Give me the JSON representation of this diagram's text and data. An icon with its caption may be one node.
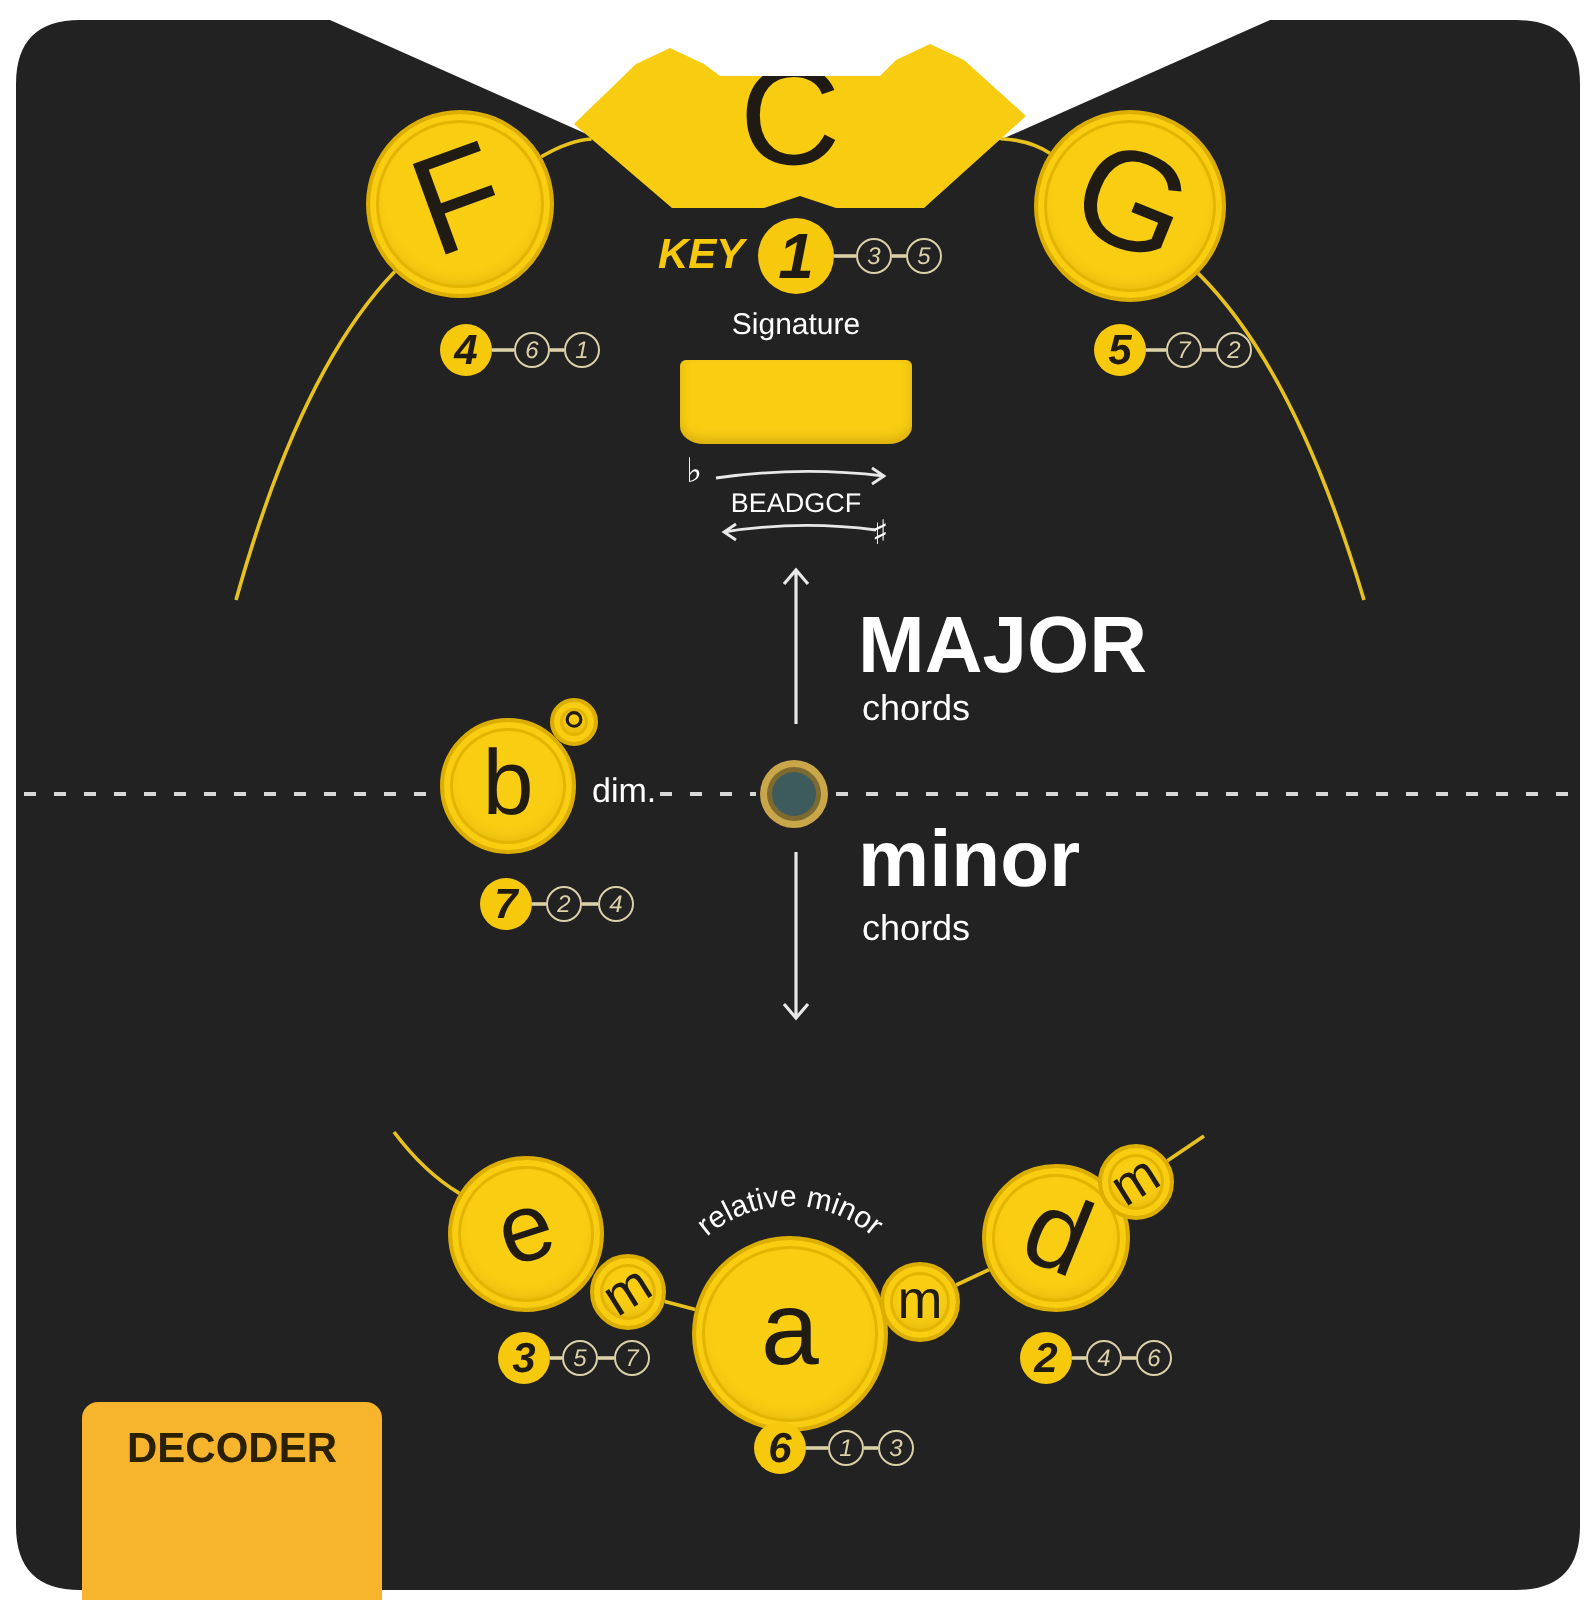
{
  "diagram": {
    "nodes": [
      {
        "text": [
          "C"
        ]
      },
      {
        "text": [
          "F"
        ]
      },
      {
        "text": [
          "G"
        ]
      },
      {
        "text": [
          "1"
        ],
        "beside": [
          "KEY"
        ]
      },
      {
        "text": [
          "3"
        ]
      },
      {
        "text": [
          "5"
        ]
      },
      {
        "text": [
          "4"
        ]
      },
      {
        "text": [
          "6"
        ]
      },
      {
        "text": [
          "1"
        ]
      },
      {
        "text": [
          "5"
        ]
      },
      {
        "text": [
          "7"
        ]
      },
      {
        "text": [
          "2"
        ]
      },
      {
        "text": [
          "Signature"
        ]
      },
      {
        "text": [
          "b"
        ],
        "beside": [
          "dim."
        ]
      },
      {
        "text": [
          "°"
        ]
      },
      {
        "text": [
          "7"
        ]
      },
      {
        "text": [
          "2"
        ]
      },
      {
        "text": [
          "4"
        ]
      },
      {
        "text": [
          "e"
        ]
      },
      {
        "text": [
          "m"
        ]
      },
      {
        "text": [
          "a"
        ],
        "beside": [
          "relative minor"
        ]
      },
      {
        "text": [
          "m"
        ]
      },
      {
        "text": [
          "d"
        ]
      },
      {
        "text": [
          "m"
        ]
      },
      {
        "text": [
          "3"
        ]
      },
      {
        "text": [
          "5"
        ]
      },
      {
        "text": [
          "7"
        ]
      },
      {
        "text": [
          "6"
        ]
      },
      {
        "text": [
          "1"
        ]
      },
      {
        "text": [
          "3"
        ]
      },
      {
        "text": [
          "2"
        ]
      },
      {
        "text": [
          "4"
        ]
      },
      {
        "text": [
          "6"
        ]
      },
      {
        "text": [
          "DECODER"
        ]
      }
    ],
    "edges": [
      {
        "from": null,
        "to": 1,
        "arrow": "none",
        "color": "#e8c21c"
      },
      {
        "from": 1,
        "to": 0,
        "arrow": "none",
        "color": "#e8c21c"
      },
      {
        "from": 0,
        "to": 2,
        "arrow": "none",
        "color": "#e8c21c"
      },
      {
        "from": 2,
        "to": null,
        "arrow": "none",
        "color": "#e8c21c"
      },
      {
        "from": 3,
        "to": 4,
        "arrow": "none"
      },
      {
        "from": 4,
        "to": 5,
        "arrow": "none"
      },
      {
        "from": 6,
        "to": 7,
        "arrow": "none"
      },
      {
        "from": 7,
        "to": 8,
        "arrow": "none"
      },
      {
        "from": 9,
        "to": 10,
        "arrow": "none"
      },
      {
        "from": 10,
        "to": 11,
        "arrow": "none"
      },
      {
        "from": 15,
        "to": 16,
        "arrow": "none"
      },
      {
        "from": 16,
        "to": 17,
        "arrow": "none"
      },
      {
        "from": null,
        "to": 18,
        "arrow": "none",
        "color": "#e8c21c"
      },
      {
        "from": 19,
        "to": 20,
        "arrow": "none",
        "color": "#e8c21c"
      },
      {
        "from": 21,
        "to": 22,
        "arrow": "none",
        "color": "#e8c21c"
      },
      {
        "from": 23,
        "to": null,
        "arrow": "none",
        "color": "#e8c21c"
      },
      {
        "from": 24,
        "to": 25,
        "arrow": "none"
      },
      {
        "from": 25,
        "to": 26,
        "arrow": "none"
      },
      {
        "from": 27,
        "to": 28,
        "arrow": "none"
      },
      {
        "from": 28,
        "to": 29,
        "arrow": "none"
      },
      {
        "from": 30,
        "to": 31,
        "arrow": "none"
      },
      {
        "from": 31,
        "to": 32,
        "arrow": "none"
      }
    ],
    "labels": [
      "♭",
      "BEADGCF",
      "♯",
      "MAJOR",
      "chords",
      "minor",
      "chords"
    ]
  }
}
